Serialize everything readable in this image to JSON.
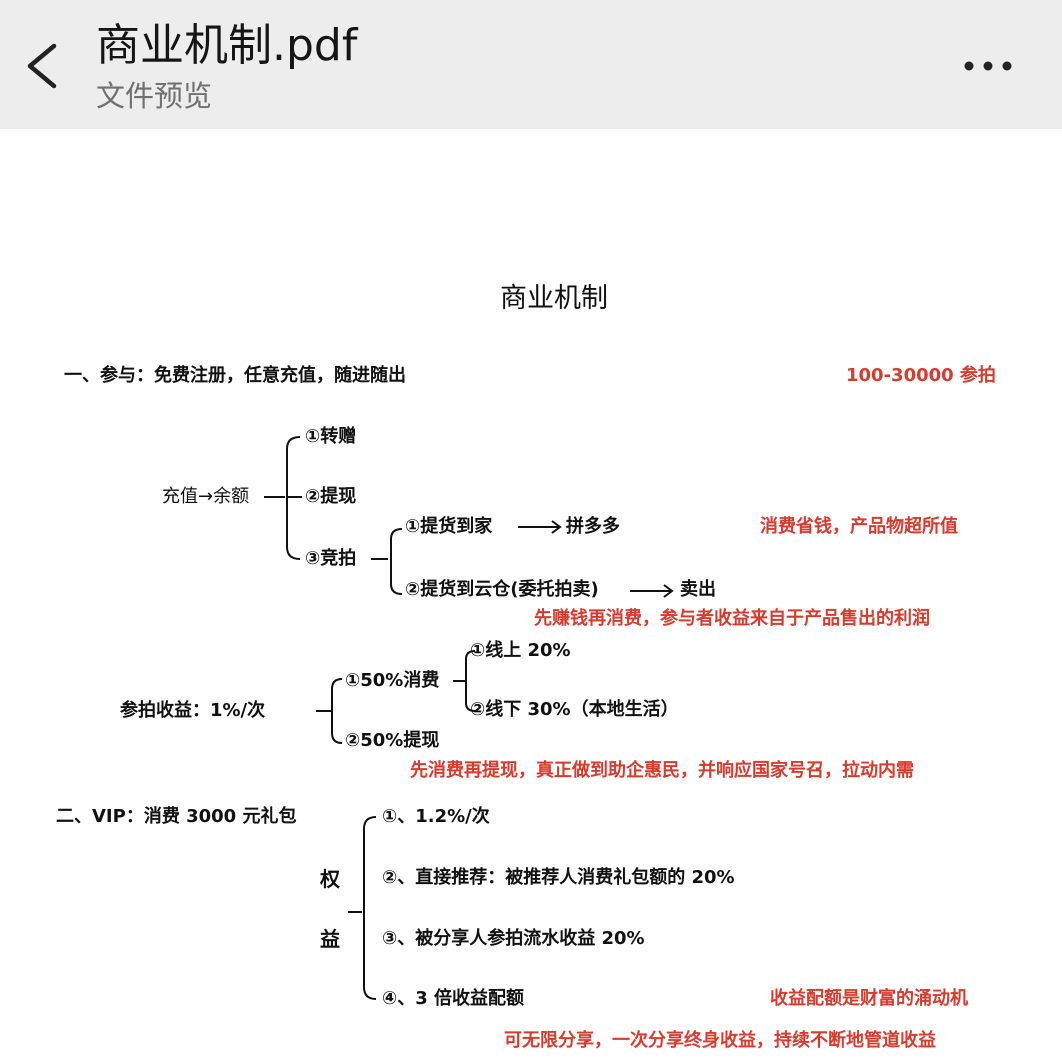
{
  "header": {
    "title": "商业机制.pdf",
    "subtitle": "文件预览",
    "back_icon": "chevron-left-icon",
    "more_icon": "more-horizontal-icon"
  },
  "document": {
    "title": "商业机制",
    "section1": {
      "heading": "一、参与：免费注册，任意充值，随进随出",
      "note": "100-30000 参拍",
      "root": "充值→余额",
      "branches": [
        "①转赠",
        "②提现",
        "③竞拍"
      ],
      "auction": {
        "opt1": "①提货到家",
        "opt1_result": "拼多多",
        "opt1_note": "消费省钱，产品物超所值",
        "opt2": "②提货到云仓(委托拍卖)",
        "opt2_result": "卖出",
        "opt2_note": "先赚钱再消费，参与者收益来自于产品售出的利润"
      },
      "income": {
        "label": "参拍收益：1%/次",
        "consume": "①50%消费",
        "online": "①线上 20%",
        "offline": "②线下 30%（本地生活）",
        "withdraw": "②50%提现",
        "note": "先消费再提现，真正做到助企惠民，并响应国家号召，拉动内需"
      }
    },
    "section2": {
      "heading": "二、VIP：消费 3000 元礼包",
      "rights_char1": "权",
      "rights_char2": "益",
      "items": [
        "①、1.2%/次",
        "②、直接推荐：被推荐人消费礼包额的 20%",
        "③、被分享人参拍流水收益 20%",
        "④、3 倍收益配额"
      ],
      "item4_note": "收益配额是财富的涌动机",
      "footer_note": "可无限分享，一次分享终身收益，持续不断地管道收益"
    }
  },
  "colors": {
    "header_bg": "#ededed",
    "text": "#111111",
    "accent_red": "#d83a2e",
    "subtitle_gray": "#707070"
  }
}
